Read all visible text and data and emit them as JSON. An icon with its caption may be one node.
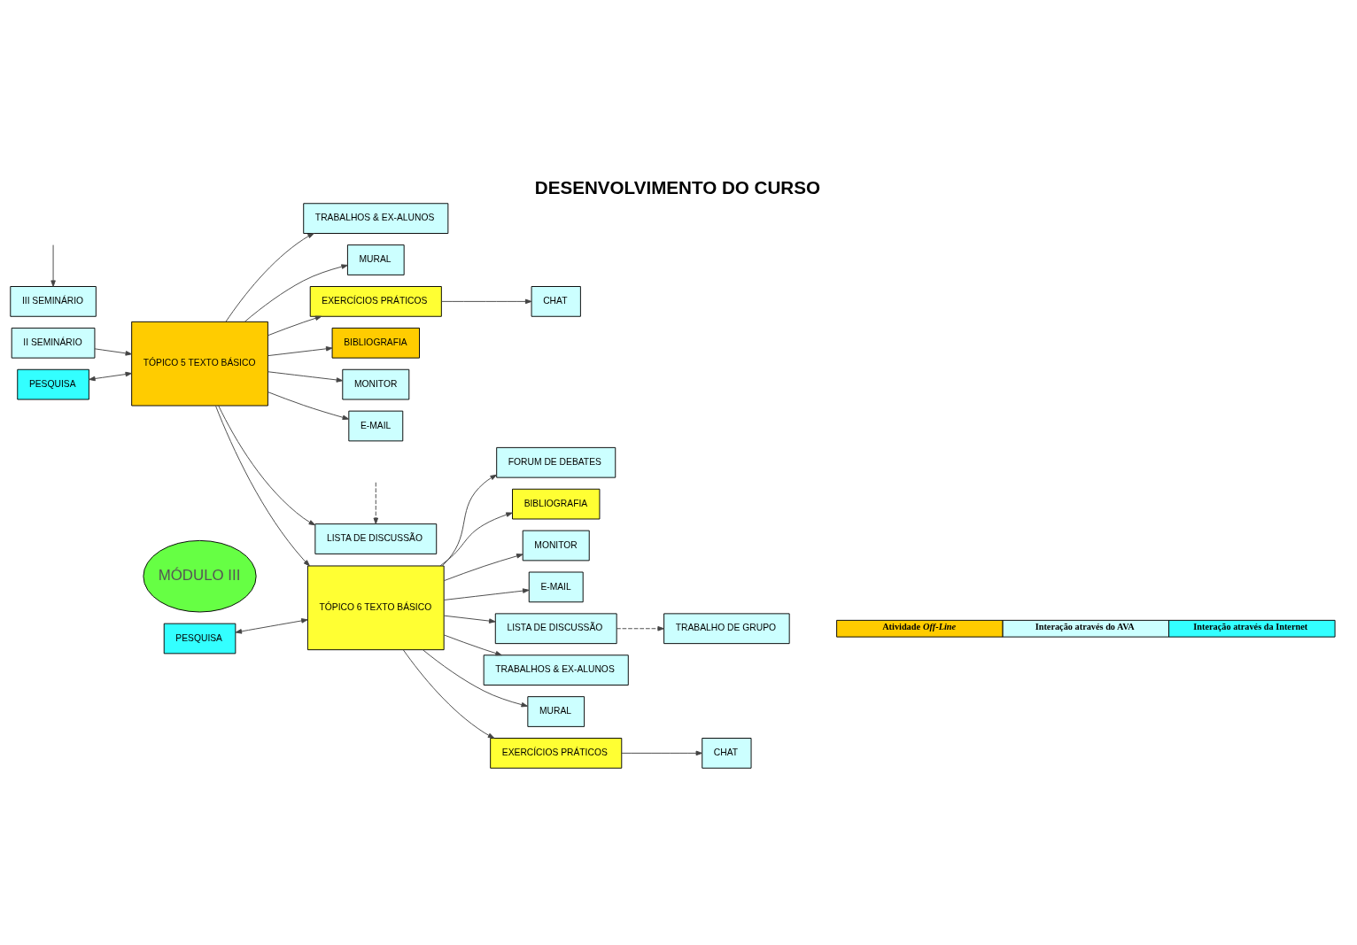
{
  "diagram": {
    "title": "DESENVOLVIMENTO DO CURSO",
    "nodes": [
      {
        "text": [
          "II SEMINÁRIO"
        ]
      },
      {
        "text": [
          "TÓPICO 5 TEXTO BÁSICO"
        ]
      },
      {
        "text": [
          "BIBLIOGRAFIA"
        ]
      },
      {
        "text": [
          "MONITOR"
        ]
      },
      {
        "text": [
          "E-MAIL"
        ]
      },
      {
        "text": [
          "LISTA DE DISCUSSÃO"
        ]
      },
      {
        "text": [
          "TRABALHOS & EX-ALUNOS"
        ]
      },
      {
        "text": [
          "MURAL"
        ]
      },
      {
        "text": [
          "PESQUISA"
        ]
      },
      {
        "text": [
          "EXERCÍCIOS PRÁTICOS"
        ]
      },
      {
        "text": [
          "CHAT"
        ]
      },
      {
        "text": [
          "MÓDULO III"
        ]
      },
      {
        "text": [
          "TÓPICO 6 TEXTO BÁSICO"
        ]
      },
      {
        "text": [
          "BIBLIOGRAFIA"
        ]
      },
      {
        "text": [
          "MONITOR"
        ]
      },
      {
        "text": [
          "E-MAIL"
        ]
      },
      {
        "text": [
          "LISTA DE DISCUSSÃO"
        ]
      },
      {
        "text": [
          "TRABALHOS & EX-ALUNOS"
        ]
      },
      {
        "text": [
          "MURAL"
        ]
      },
      {
        "text": [
          "PESQUISA"
        ]
      },
      {
        "text": [
          "EXERCÍCIOS PRÁTICOS"
        ]
      },
      {
        "text": [
          "CHAT"
        ]
      },
      {
        "text": [
          "FORUM DE DEBATES"
        ]
      },
      {
        "text": [
          "TRABALHO DE GRUPO"
        ]
      },
      {
        "text": [
          "III SEMINÁRIO"
        ]
      }
    ],
    "edges": [
      {
        "from": 0,
        "to": 1,
        "arrow": "to"
      },
      {
        "from": 1,
        "to": 2,
        "arrow": "to"
      },
      {
        "from": 1,
        "to": 3,
        "arrow": "to"
      },
      {
        "from": 1,
        "to": 4,
        "arrow": "to"
      },
      {
        "from": 1,
        "to": 5,
        "arrow": "to"
      },
      {
        "from": 1,
        "to": 6,
        "arrow": "to"
      },
      {
        "from": 1,
        "to": 7,
        "arrow": "to"
      },
      {
        "from": 8,
        "to": 1,
        "arrow": "both"
      },
      {
        "from": 1,
        "to": 9,
        "arrow": "to"
      },
      {
        "from": 9,
        "to": 10,
        "arrow": "to"
      },
      {
        "from": null,
        "to": 5,
        "arrow": "to",
        "style": "dashed"
      },
      {
        "from": 1,
        "to": 12,
        "arrow": "to"
      },
      {
        "from": 12,
        "to": 13,
        "arrow": "to"
      },
      {
        "from": 12,
        "to": 14,
        "arrow": "to"
      },
      {
        "from": 12,
        "to": 15,
        "arrow": "to"
      },
      {
        "from": 12,
        "to": 16,
        "arrow": "to"
      },
      {
        "from": 12,
        "to": 17,
        "arrow": "to"
      },
      {
        "from": 12,
        "to": 18,
        "arrow": "to"
      },
      {
        "from": 19,
        "to": 12,
        "arrow": "both"
      },
      {
        "from": 12,
        "to": 20,
        "arrow": "to"
      },
      {
        "from": 20,
        "to": 21,
        "arrow": "to"
      },
      {
        "from": 12,
        "to": 22,
        "arrow": "to"
      },
      {
        "from": 16,
        "to": 23,
        "arrow": "to",
        "style": "dashed"
      },
      {
        "from": null,
        "to": 24,
        "arrow": "to"
      }
    ],
    "legend": [
      {
        "text": "Atividade *Off-Line*",
        "color": "#ffcc00"
      },
      {
        "text": "Interação através do AVA",
        "color": "#ccffff"
      },
      {
        "text": "Interação através da Internet",
        "color": "#33ffff"
      }
    ]
  }
}
